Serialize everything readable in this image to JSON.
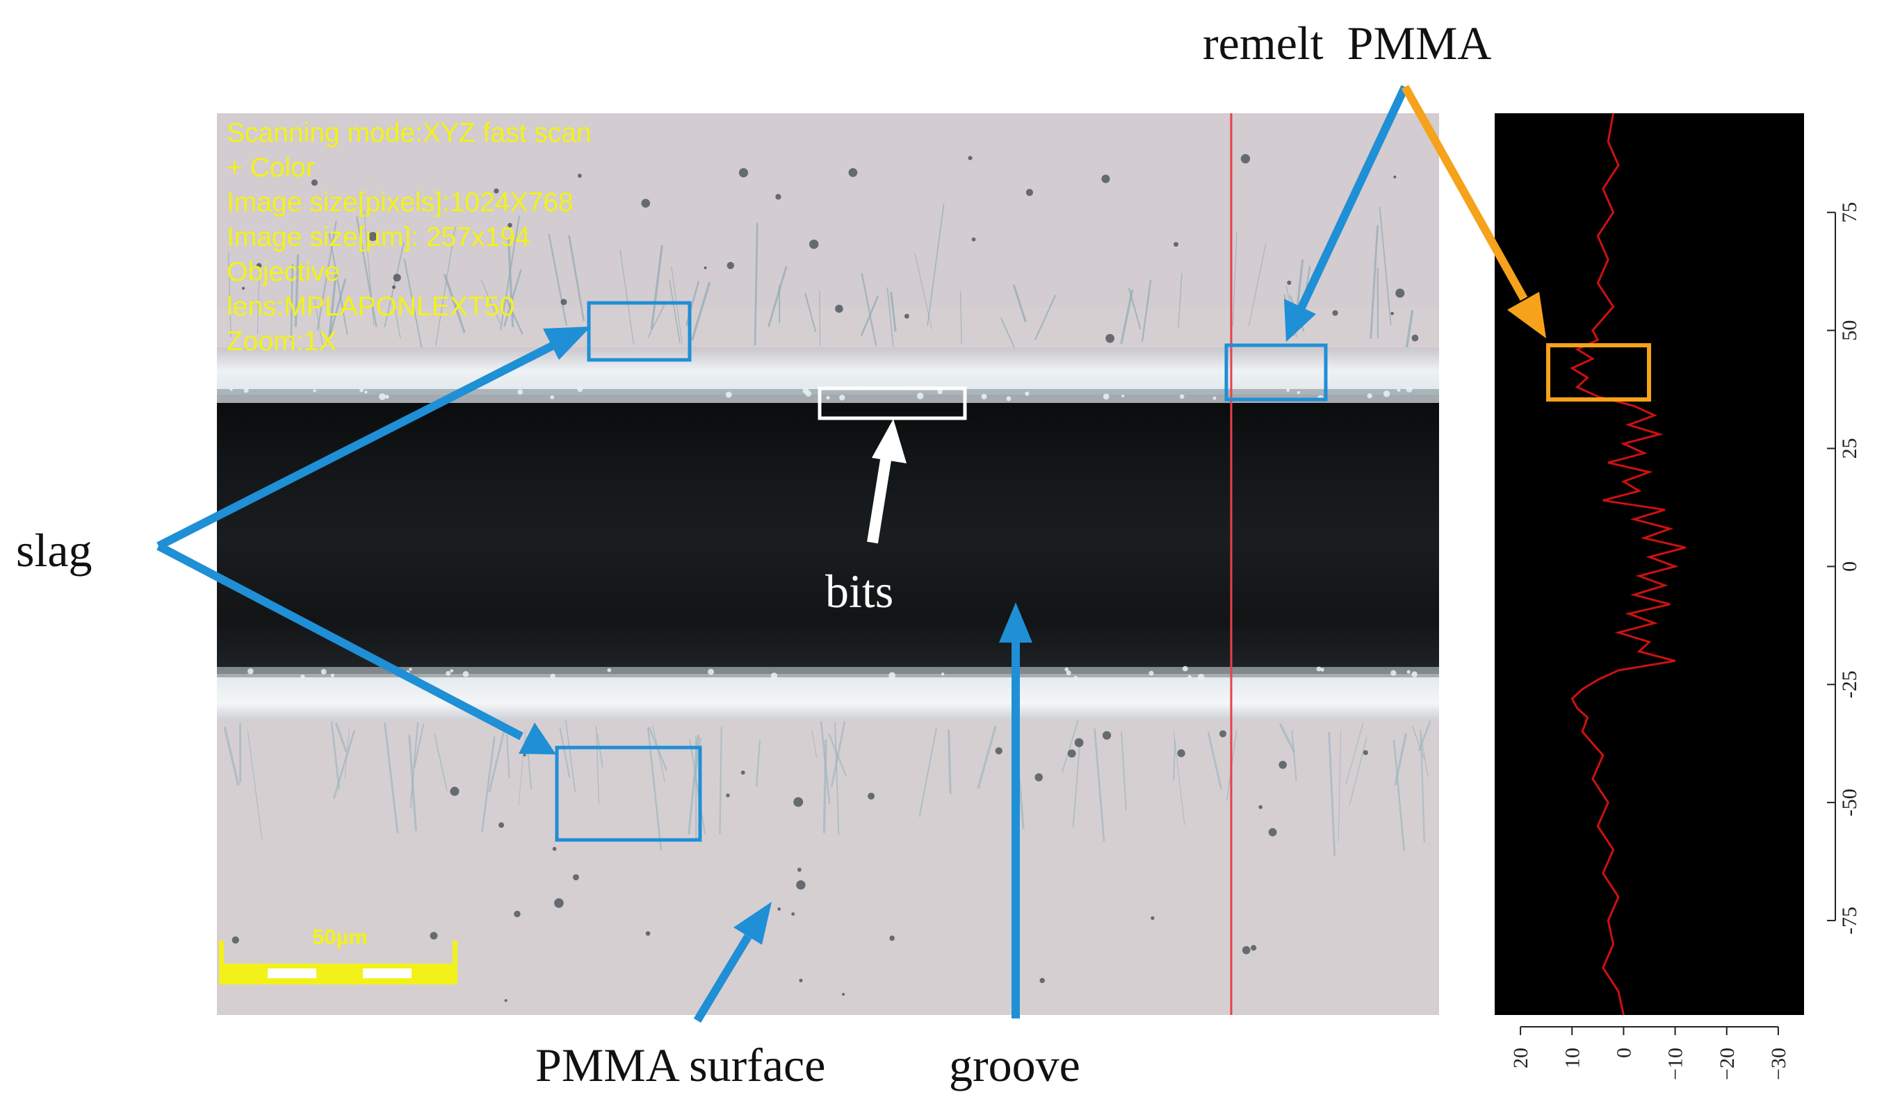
{
  "labels": {
    "remelt": "remelt  PMMA",
    "slag": "slag",
    "bits": "bits",
    "pmma_surface": "PMMA surface",
    "groove": "groove"
  },
  "overlay": [
    "Scanning mode:XYZ fast scan",
    "+ Color",
    "Image size[pixels]:1024X768",
    "Image size[µm]: 257x194",
    "Objective",
    "lens:MPLAPONLEXT50",
    "Zoom:1X"
  ],
  "scalebar": {
    "label": "50µm"
  },
  "colors": {
    "annotation_blue": "#1f8fd6",
    "annotation_orange": "#f6a21a",
    "overlay_text": "#f2f21a",
    "profile_line": "#cc1111",
    "groove": "#101214",
    "surface": "#d6cfd2"
  },
  "chart_data": {
    "type": "line",
    "orientation": "vertical",
    "x_ticks": [
      "20",
      "10",
      "0",
      "−10",
      "−20",
      "−30"
    ],
    "x_tick_values": [
      20,
      10,
      0,
      -10,
      -20,
      -30
    ],
    "xlim": [
      25,
      -35
    ],
    "y_ticks": [
      "75",
      "50",
      "25",
      "0",
      "-25",
      "-50",
      "-75"
    ],
    "y_tick_values": [
      75,
      50,
      25,
      0,
      -25,
      -50,
      -75
    ],
    "ylim": [
      -95,
      96
    ],
    "profile": {
      "y": [
        96,
        90,
        85,
        80,
        75,
        70,
        65,
        60,
        55,
        50,
        48,
        46,
        44,
        42,
        40,
        38,
        36,
        34,
        32,
        30,
        28,
        26,
        24,
        22,
        20,
        18,
        16,
        14,
        12,
        10,
        8,
        6,
        4,
        2,
        0,
        -2,
        -4,
        -6,
        -8,
        -10,
        -12,
        -14,
        -16,
        -18,
        -20,
        -22,
        -24,
        -26,
        -28,
        -30,
        -32,
        -35,
        -40,
        -45,
        -50,
        -55,
        -60,
        -65,
        -70,
        -75,
        -80,
        -85,
        -90,
        -95
      ],
      "x": [
        2,
        3,
        1,
        4,
        2,
        5,
        3,
        5,
        2,
        6,
        5,
        9,
        6,
        10,
        7,
        9,
        5,
        -2,
        -6,
        -1,
        -7,
        0,
        -4,
        3,
        -5,
        0,
        -3,
        4,
        -8,
        -2,
        -9,
        -4,
        -12,
        -5,
        -10,
        -3,
        -8,
        -2,
        -9,
        -1,
        -6,
        1,
        -5,
        -3,
        -10,
        1,
        5,
        8,
        10,
        9,
        7,
        8,
        4,
        6,
        3,
        5,
        2,
        4,
        1,
        3,
        2,
        4,
        1,
        0
      ]
    }
  }
}
